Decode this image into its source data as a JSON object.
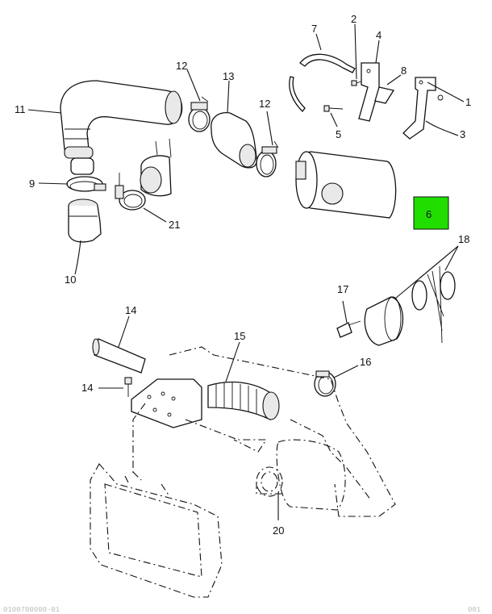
{
  "callouts": {
    "c1": "1",
    "c2": "2",
    "c3": "3",
    "c4": "4",
    "c5": "5",
    "c6": "6",
    "c7": "7",
    "c8": "8",
    "c9": "9",
    "c10": "10",
    "c11": "11",
    "c12a": "12",
    "c12b": "12",
    "c13": "13",
    "c14a": "14",
    "c14b": "14",
    "c15": "15",
    "c16": "16",
    "c17": "17",
    "c18": "18",
    "c20": "20",
    "c21": "21"
  },
  "highlight": {
    "color": "#22dd00",
    "callout": "6"
  },
  "footer": {
    "left": "0100700000-01",
    "right": "001"
  }
}
